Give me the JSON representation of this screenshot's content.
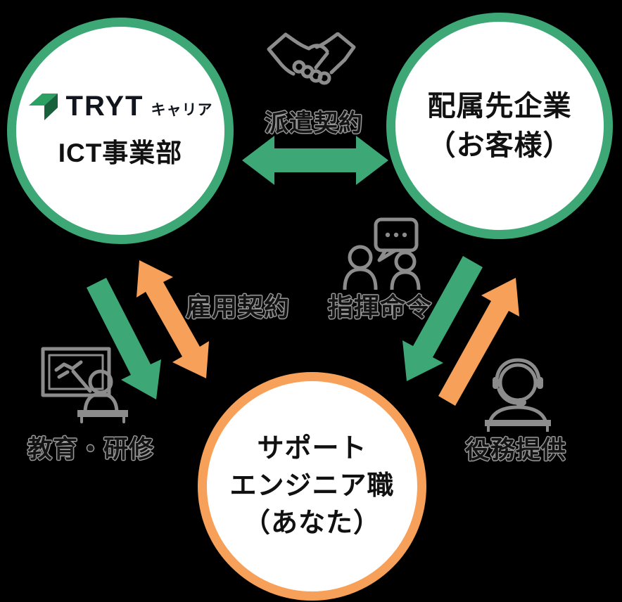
{
  "colors": {
    "green": "#3DA876",
    "orange": "#F6A05A",
    "icon_gray": "#8C8C8C",
    "logo_green_light": "#2C9F63",
    "logo_green_dark": "#17603B",
    "text_dark": "#131313"
  },
  "nodes": {
    "tryt": {
      "logo_text": "TRYT",
      "logo_suffix": "キャリア",
      "division": "ICT事業部"
    },
    "client": {
      "line1": "配属先企業",
      "line2": "（お客様）"
    },
    "engineer": {
      "line1": "サポート",
      "line2": "エンジニア職",
      "line3": "（あなた）"
    }
  },
  "labels": {
    "dispatch": "派遣契約",
    "employment": "雇用契約",
    "command": "指揮命令",
    "training": "教育・研修",
    "service": "役務提供"
  },
  "icons": {
    "handshake": "handshake-icon",
    "chat_people": "chat-people-icon",
    "training_board": "training-board-icon",
    "headset_agent": "headset-agent-icon",
    "tryt_logo": "tryt-logo-icon"
  }
}
